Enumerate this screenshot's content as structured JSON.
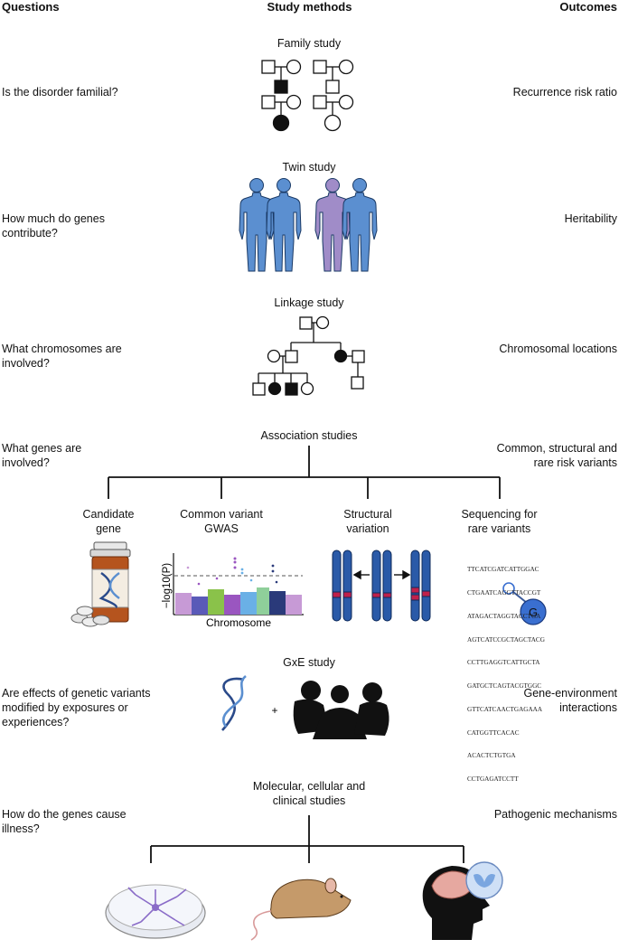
{
  "headers": {
    "questions": "Questions",
    "methods": "Study methods",
    "outcomes": "Outcomes"
  },
  "rows": [
    {
      "question": "Is the disorder familial?",
      "method": "Family study",
      "outcome": "Recurrence risk ratio"
    },
    {
      "question": "How much do genes contribute?",
      "method": "Twin study",
      "outcome": "Heritability"
    },
    {
      "question": "What chromosomes are involved?",
      "method": "Linkage study",
      "outcome": "Chromosomal locations"
    },
    {
      "question": "What genes are involved?",
      "method": "Association studies",
      "outcome": "Common, structural and rare risk variants"
    },
    {
      "question": "Are effects of genetic variants modified by exposures or experiences?",
      "method": "GxE study",
      "outcome": "Gene-environment interactions"
    },
    {
      "question": "How do the genes cause illness?",
      "method": "Molecular, cellular and clinical studies",
      "outcome": "Pathogenic mechanisms"
    }
  ],
  "association_subtypes": [
    "Candidate gene",
    "Common variant GWAS",
    "Structural variation",
    "Sequencing for rare variants"
  ],
  "gwas": {
    "ylabel": "−log10(P)",
    "xlabel": "Chromosome"
  },
  "sequence_lines": [
    "TTCATCGATCATTGGAC",
    "CTGAATCAGGTTACCGT",
    "ATAGACTAGGTACCTGA",
    "AGTCATCCGCTAGCTACG",
    "CCTTGAGGTCATTGCTA",
    "GATGCTCAGTACGTGGC",
    "GTTCATCAACTGAGAAA",
    "CATGGTTCACAC",
    "ACACTCTGTGA",
    "CCTGAGATCCTT"
  ],
  "variant_allele": "G",
  "gxe_plus": "+",
  "colors": {
    "affected": "#111111",
    "twin_blue": "#5b8fd0",
    "twin_purple": "#a08cc8",
    "chromosome": "#2a5aa8",
    "band": "#c0204a"
  }
}
